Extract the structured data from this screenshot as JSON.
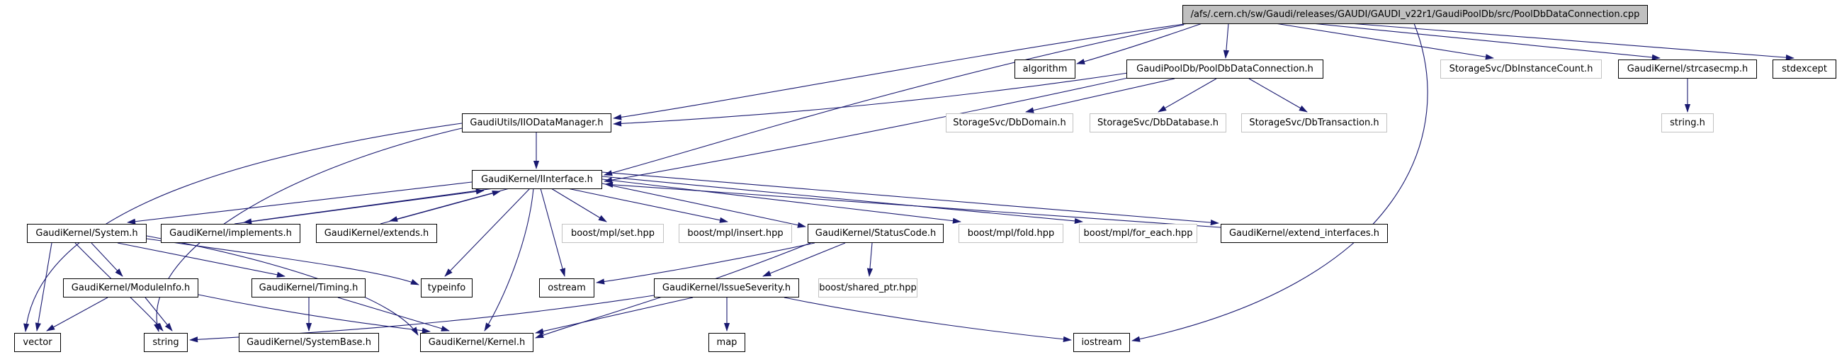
{
  "diagram": {
    "type": "include-dependency-graph",
    "background_color": "#ffffff",
    "edge_color": "#191970",
    "node_fill": "#ffffff",
    "node_border_color": "#000000",
    "external_node_border_color": "#c2c2c2",
    "title_node_fill": "#c0c0c0"
  },
  "nodes": [
    {
      "id": "cpp",
      "label": "/afs/.cern.ch/sw/Gaudi/releases/GAUDI/GAUDI_v22r1/GaudiPoolDb/src/PoolDbDataConnection.cpp",
      "kind": "main"
    },
    {
      "id": "algorithm",
      "label": "algorithm",
      "kind": "system"
    },
    {
      "id": "pooldb-data-connection-h",
      "label": "GaudiPoolDb/PoolDbDataConnection.h",
      "kind": "header"
    },
    {
      "id": "db-instance-count-h",
      "label": "StorageSvc/DbInstanceCount.h",
      "kind": "external"
    },
    {
      "id": "strcasecmp-h",
      "label": "GaudiKernel/strcasecmp.h",
      "kind": "header"
    },
    {
      "id": "stdexcept",
      "label": "stdexcept",
      "kind": "system"
    },
    {
      "id": "iio-data-manager-h",
      "label": "GaudiUtils/IIODataManager.h",
      "kind": "header"
    },
    {
      "id": "db-domain-h",
      "label": "StorageSvc/DbDomain.h",
      "kind": "external"
    },
    {
      "id": "db-database-h",
      "label": "StorageSvc/DbDatabase.h",
      "kind": "external"
    },
    {
      "id": "db-transaction-h",
      "label": "StorageSvc/DbTransaction.h",
      "kind": "external"
    },
    {
      "id": "string-h",
      "label": "string.h",
      "kind": "external"
    },
    {
      "id": "iinterface-h",
      "label": "GaudiKernel/IInterface.h",
      "kind": "header"
    },
    {
      "id": "system-h",
      "label": "GaudiKernel/System.h",
      "kind": "header"
    },
    {
      "id": "implements-h",
      "label": "GaudiKernel/implements.h",
      "kind": "header"
    },
    {
      "id": "extends-h",
      "label": "GaudiKernel/extends.h",
      "kind": "header"
    },
    {
      "id": "mpl-set-hpp",
      "label": "boost/mpl/set.hpp",
      "kind": "external"
    },
    {
      "id": "mpl-insert-hpp",
      "label": "boost/mpl/insert.hpp",
      "kind": "external"
    },
    {
      "id": "status-code-h",
      "label": "GaudiKernel/StatusCode.h",
      "kind": "header"
    },
    {
      "id": "mpl-fold-hpp",
      "label": "boost/mpl/fold.hpp",
      "kind": "external"
    },
    {
      "id": "mpl-for-each-hpp",
      "label": "boost/mpl/for_each.hpp",
      "kind": "external"
    },
    {
      "id": "extend-interfaces-h",
      "label": "GaudiKernel/extend_interfaces.h",
      "kind": "header"
    },
    {
      "id": "module-info-h",
      "label": "GaudiKernel/ModuleInfo.h",
      "kind": "header"
    },
    {
      "id": "timing-h",
      "label": "GaudiKernel/Timing.h",
      "kind": "header"
    },
    {
      "id": "typeinfo",
      "label": "typeinfo",
      "kind": "system"
    },
    {
      "id": "ostream",
      "label": "ostream",
      "kind": "system"
    },
    {
      "id": "issue-severity-h",
      "label": "GaudiKernel/IssueSeverity.h",
      "kind": "header"
    },
    {
      "id": "shared-ptr-hpp",
      "label": "boost/shared_ptr.hpp",
      "kind": "external"
    },
    {
      "id": "vector",
      "label": "vector",
      "kind": "system"
    },
    {
      "id": "string",
      "label": "string",
      "kind": "system"
    },
    {
      "id": "system-base-h",
      "label": "GaudiKernel/SystemBase.h",
      "kind": "header"
    },
    {
      "id": "kernel-h",
      "label": "GaudiKernel/Kernel.h",
      "kind": "header"
    },
    {
      "id": "map",
      "label": "map",
      "kind": "system"
    },
    {
      "id": "iostream",
      "label": "iostream",
      "kind": "system"
    }
  ],
  "edges": [
    {
      "from": "cpp",
      "to": "algorithm"
    },
    {
      "from": "cpp",
      "to": "pooldb-data-connection-h"
    },
    {
      "from": "cpp",
      "to": "db-instance-count-h"
    },
    {
      "from": "cpp",
      "to": "strcasecmp-h"
    },
    {
      "from": "cpp",
      "to": "stdexcept"
    },
    {
      "from": "cpp",
      "to": "iio-data-manager-h"
    },
    {
      "from": "cpp",
      "to": "iinterface-h"
    },
    {
      "from": "cpp",
      "to": "iostream"
    },
    {
      "from": "pooldb-data-connection-h",
      "to": "iio-data-manager-h"
    },
    {
      "from": "pooldb-data-connection-h",
      "to": "iinterface-h"
    },
    {
      "from": "pooldb-data-connection-h",
      "to": "db-domain-h"
    },
    {
      "from": "pooldb-data-connection-h",
      "to": "db-database-h"
    },
    {
      "from": "pooldb-data-connection-h",
      "to": "db-transaction-h"
    },
    {
      "from": "strcasecmp-h",
      "to": "string-h"
    },
    {
      "from": "iio-data-manager-h",
      "to": "iinterface-h"
    },
    {
      "from": "iio-data-manager-h",
      "to": "vector"
    },
    {
      "from": "iio-data-manager-h",
      "to": "string"
    },
    {
      "from": "iinterface-h",
      "to": "system-h"
    },
    {
      "from": "iinterface-h",
      "to": "implements-h"
    },
    {
      "from": "implements-h",
      "to": "iinterface-h"
    },
    {
      "from": "iinterface-h",
      "to": "extends-h"
    },
    {
      "from": "extends-h",
      "to": "iinterface-h"
    },
    {
      "from": "iinterface-h",
      "to": "mpl-set-hpp"
    },
    {
      "from": "iinterface-h",
      "to": "mpl-insert-hpp"
    },
    {
      "from": "iinterface-h",
      "to": "status-code-h"
    },
    {
      "from": "iinterface-h",
      "to": "mpl-fold-hpp"
    },
    {
      "from": "iinterface-h",
      "to": "mpl-for-each-hpp"
    },
    {
      "from": "iinterface-h",
      "to": "extend-interfaces-h"
    },
    {
      "from": "extend-interfaces-h",
      "to": "iinterface-h"
    },
    {
      "from": "iinterface-h",
      "to": "typeinfo"
    },
    {
      "from": "iinterface-h",
      "to": "ostream"
    },
    {
      "from": "iinterface-h",
      "to": "kernel-h"
    },
    {
      "from": "system-h",
      "to": "module-info-h"
    },
    {
      "from": "system-h",
      "to": "timing-h"
    },
    {
      "from": "system-h",
      "to": "typeinfo"
    },
    {
      "from": "system-h",
      "to": "vector"
    },
    {
      "from": "system-h",
      "to": "string"
    },
    {
      "from": "system-h",
      "to": "kernel-h"
    },
    {
      "from": "module-info-h",
      "to": "vector"
    },
    {
      "from": "module-info-h",
      "to": "string"
    },
    {
      "from": "module-info-h",
      "to": "kernel-h"
    },
    {
      "from": "timing-h",
      "to": "system-base-h"
    },
    {
      "from": "timing-h",
      "to": "kernel-h"
    },
    {
      "from": "status-code-h",
      "to": "ostream"
    },
    {
      "from": "status-code-h",
      "to": "issue-severity-h"
    },
    {
      "from": "status-code-h",
      "to": "shared-ptr-hpp"
    },
    {
      "from": "status-code-h",
      "to": "kernel-h"
    },
    {
      "from": "issue-severity-h",
      "to": "map"
    },
    {
      "from": "issue-severity-h",
      "to": "string"
    },
    {
      "from": "issue-severity-h",
      "to": "kernel-h"
    },
    {
      "from": "issue-severity-h",
      "to": "iostream"
    }
  ]
}
